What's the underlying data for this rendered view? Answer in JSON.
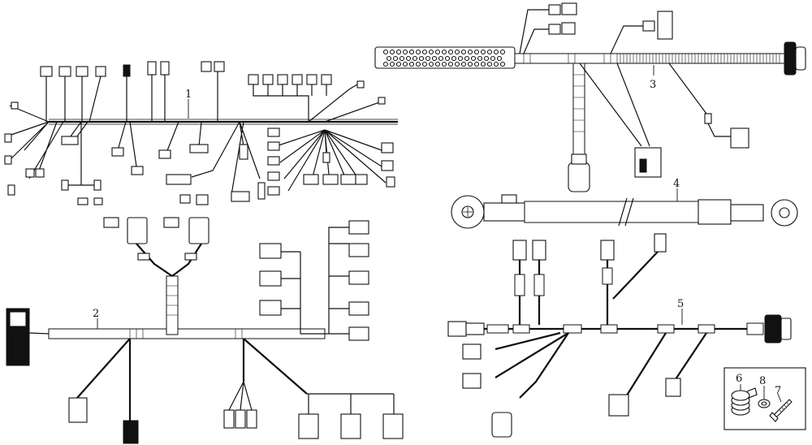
{
  "callouts": {
    "harness_1": "1",
    "harness_2": "2",
    "harness_3": "3",
    "cable_4": "4",
    "harness_5": "5",
    "part_6": "6",
    "part_7": "7",
    "part_8": "8"
  }
}
